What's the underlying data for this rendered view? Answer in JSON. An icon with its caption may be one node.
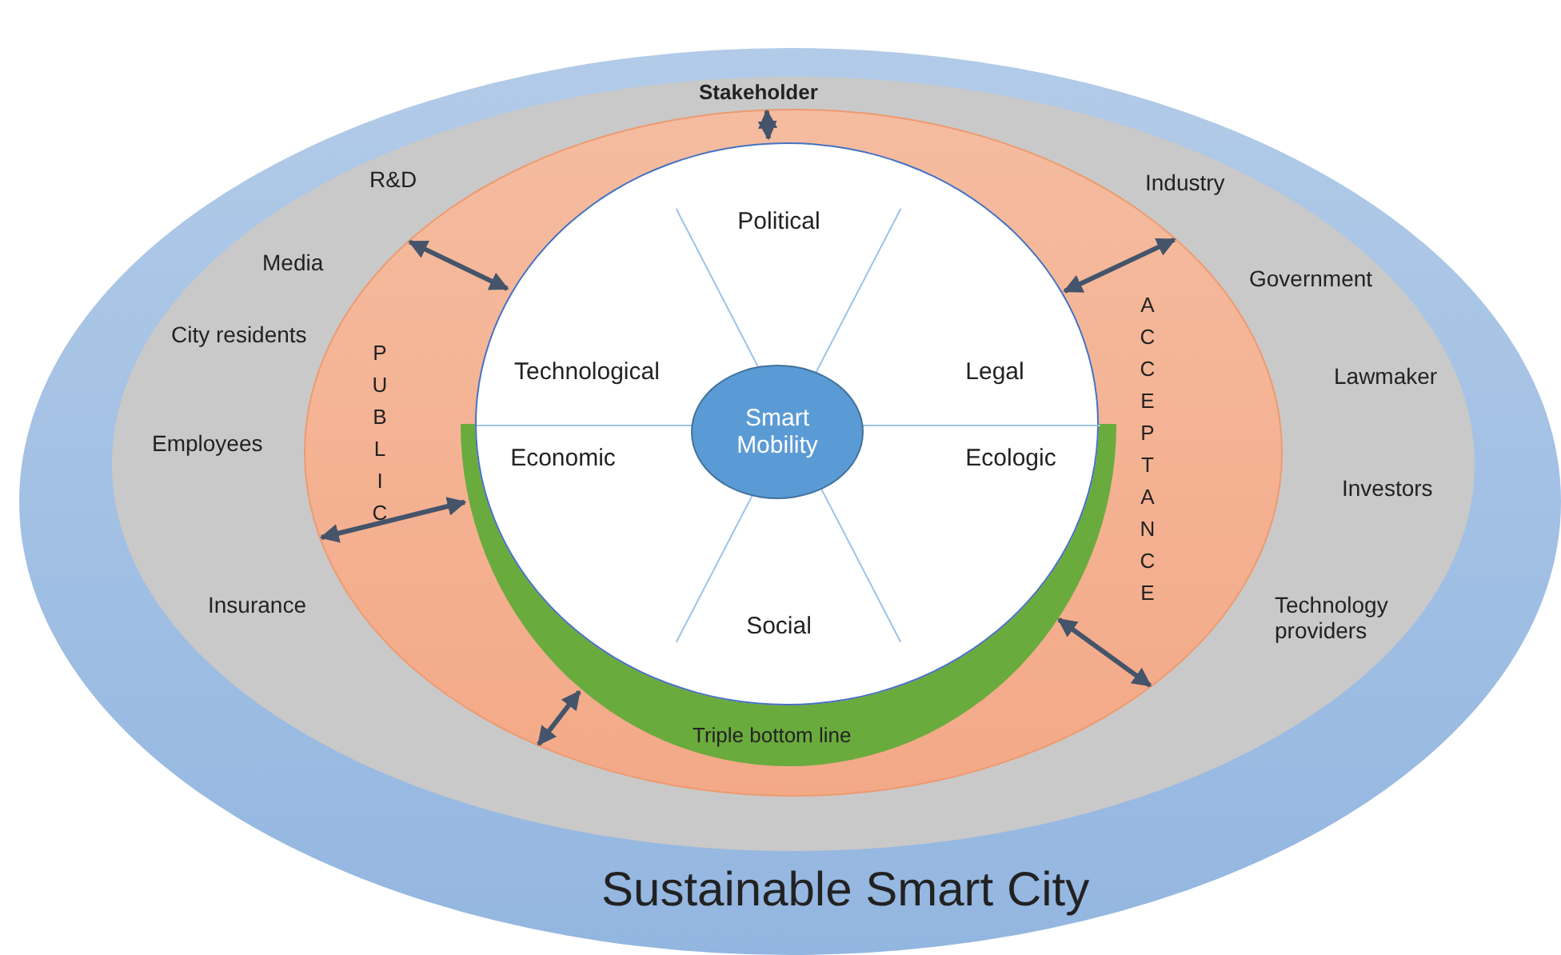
{
  "diagram": {
    "nodes": [
      {
        "text": [
          "Sustainable Smart City"
        ]
      },
      {
        "text": [
          "Stakeholder"
        ],
        "in": 0
      },
      {
        "text": [
          "PUBLIC",
          "ACCEPTANCE"
        ],
        "in": 1
      },
      {
        "text": [
          "Triple bottom line"
        ],
        "in": 2
      },
      {
        "text": [],
        "shape": "circle",
        "in": 2
      },
      {
        "text": [
          "Political"
        ],
        "in": 4
      },
      {
        "text": [
          "Technological"
        ],
        "in": 4
      },
      {
        "text": [
          "Legal"
        ],
        "in": 4
      },
      {
        "text": [
          "Economic"
        ],
        "in": 4
      },
      {
        "text": [
          "Ecologic"
        ],
        "in": 4
      },
      {
        "text": [
          "Social"
        ],
        "in": 4
      },
      {
        "text": [
          "Smart Mobility"
        ],
        "in": 4
      }
    ],
    "edges": [
      {
        "from": 4,
        "to": 2,
        "arrow": "both"
      },
      {
        "from": 4,
        "to": 2,
        "arrow": "both"
      },
      {
        "from": 4,
        "to": 2,
        "arrow": "both"
      },
      {
        "from": 3,
        "to": 2,
        "arrow": "both"
      },
      {
        "from": 3,
        "to": 2,
        "arrow": "both"
      },
      {
        "from": 3,
        "to": 2,
        "arrow": "both"
      }
    ],
    "labels": [
      "R&D",
      "Industry",
      "Media",
      "Government",
      "City residents",
      "Lawmaker",
      "Employees",
      "Investors",
      "Insurance",
      "Technology providers"
    ]
  }
}
